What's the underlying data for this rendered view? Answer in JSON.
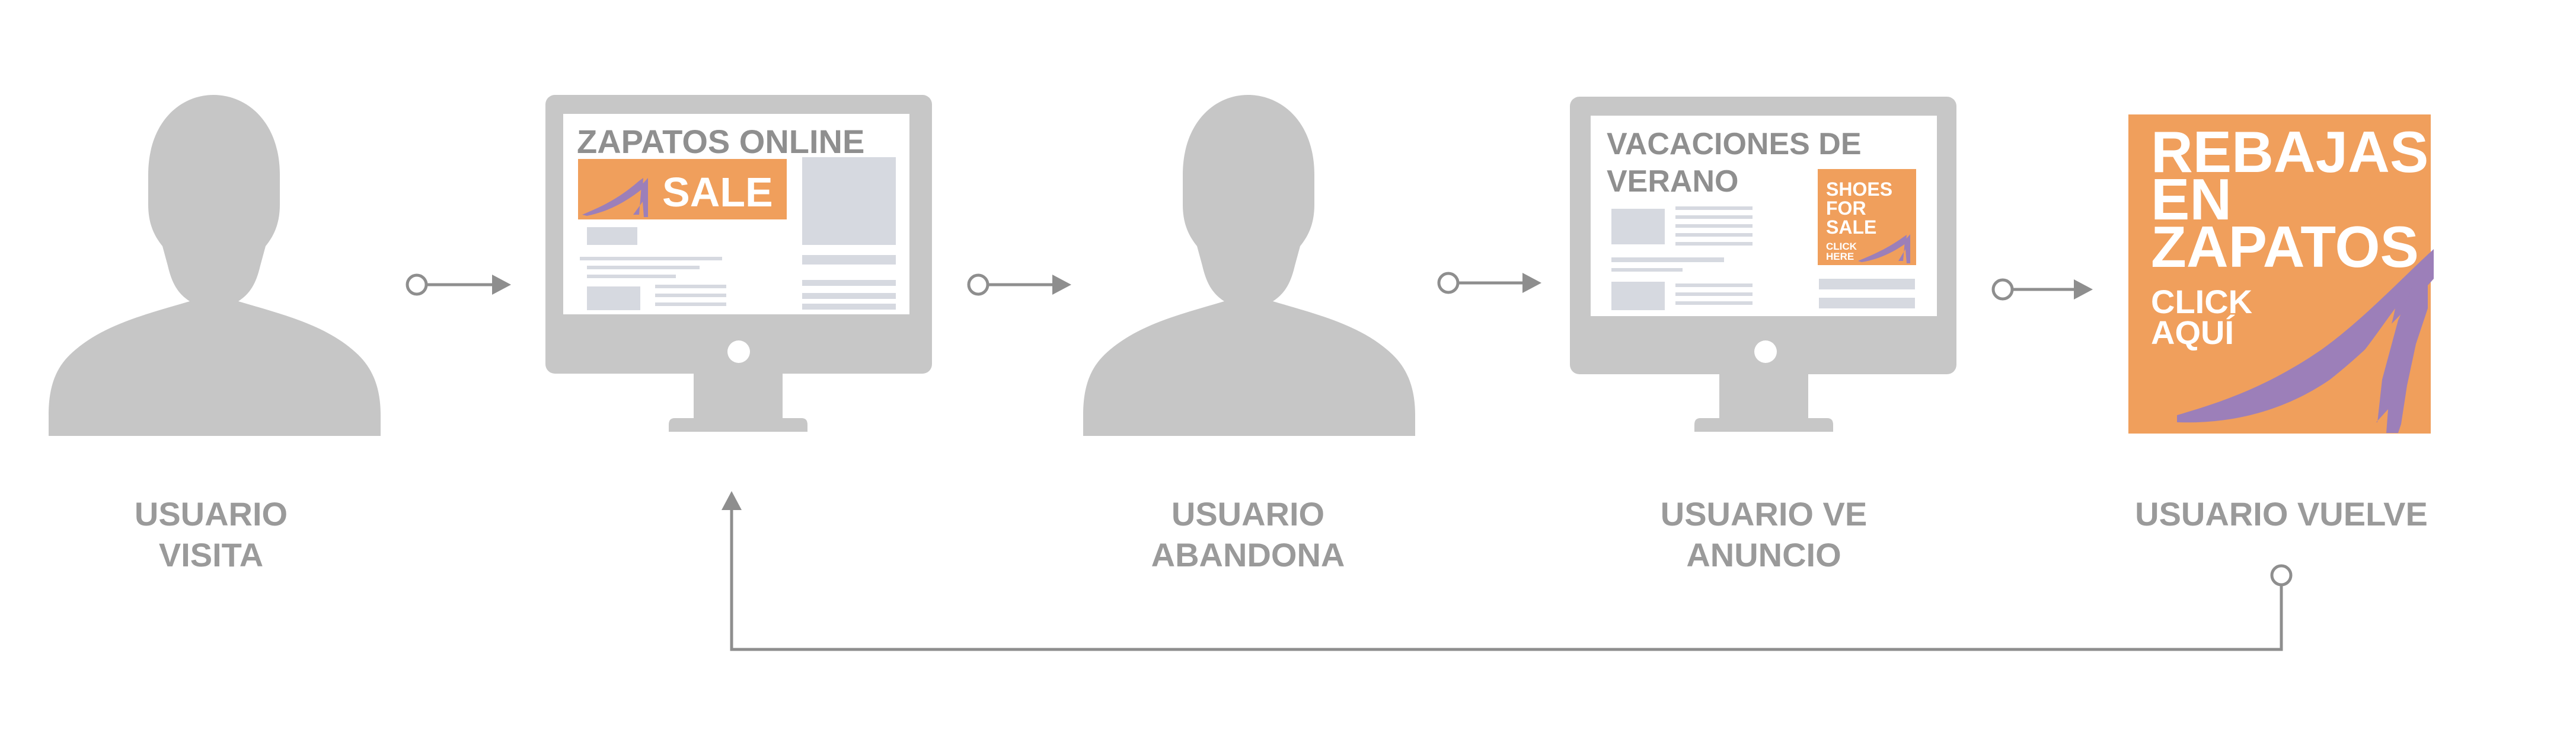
{
  "steps": [
    {
      "id": "visit",
      "lines": [
        "USUARIO",
        "VISITA"
      ]
    },
    {
      "id": "site",
      "lines": []
    },
    {
      "id": "abandon",
      "lines": [
        "USUARIO",
        "ABANDONA"
      ]
    },
    {
      "id": "ad",
      "lines": [
        "USUARIO VE",
        "ANUNCIO"
      ]
    },
    {
      "id": "return",
      "lines": [
        "USUARIO VUELVE"
      ]
    }
  ],
  "site_screen": {
    "title": "ZAPATOS ONLINE",
    "banner": "SALE"
  },
  "ad_screen": {
    "title_lines": [
      "VACACIONES DE",
      "VERANO"
    ],
    "ad_lines": [
      "SHOES",
      "FOR",
      "SALE"
    ],
    "ad_cta": [
      "CLICK",
      "HERE"
    ]
  },
  "promo": {
    "headline": [
      "REBAJAS",
      "EN",
      "ZAPATOS"
    ],
    "cta": [
      "CLICK",
      "AQUÍ"
    ]
  },
  "colors": {
    "silhouette": "#c6c6c6",
    "monitor": "#c7c7c7",
    "screen_bg": "#ffffff",
    "placeholder": "#d6d9e0",
    "accent": "#f09f5c",
    "shoe": "#9c7fb9",
    "connector": "#8e8e8e",
    "label": "#9a9a9a",
    "screen_text": "#8f8f8f"
  },
  "icons": [
    "user-silhouette-icon",
    "desktop-monitor-icon",
    "high-heel-shoe-icon"
  ]
}
